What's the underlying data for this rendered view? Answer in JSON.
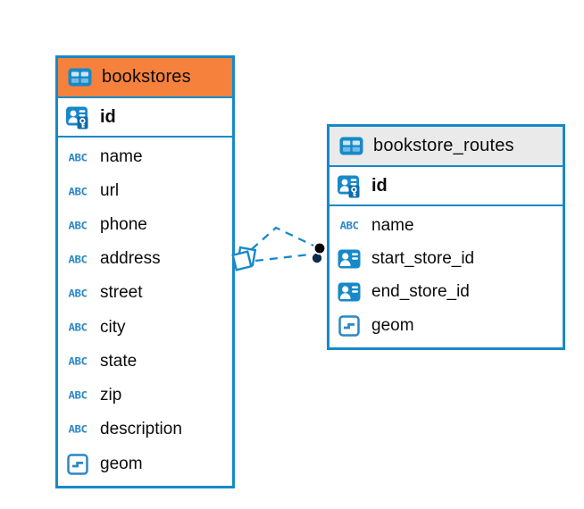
{
  "diagram": {
    "background_color": "#ffffff",
    "accent_color": "#1789c9",
    "icon_labels": {
      "text_type": "ABC"
    },
    "tables": [
      {
        "title": "bookstores",
        "header_color": "#f6813c",
        "columns": [
          {
            "name": "id",
            "type": "primary-key"
          },
          {
            "name": "name",
            "type": "text"
          },
          {
            "name": "url",
            "type": "text"
          },
          {
            "name": "phone",
            "type": "text"
          },
          {
            "name": "address",
            "type": "text"
          },
          {
            "name": "street",
            "type": "text"
          },
          {
            "name": "city",
            "type": "text"
          },
          {
            "name": "state",
            "type": "text"
          },
          {
            "name": "zip",
            "type": "text"
          },
          {
            "name": "description",
            "type": "text"
          },
          {
            "name": "geom",
            "type": "geometry"
          }
        ]
      },
      {
        "title": "bookstore_routes",
        "header_color": "#eaeaea",
        "columns": [
          {
            "name": "id",
            "type": "primary-key"
          },
          {
            "name": "name",
            "type": "text"
          },
          {
            "name": "start_store_id",
            "type": "foreign-key"
          },
          {
            "name": "end_store_id",
            "type": "foreign-key"
          },
          {
            "name": "geom",
            "type": "geometry"
          }
        ]
      }
    ],
    "relationship": {
      "from_table": "bookstores",
      "to_table": "bookstore_routes",
      "line_style": "dashed",
      "line_color": "#1789c9",
      "endpoint_dot_color": "#000000"
    }
  }
}
